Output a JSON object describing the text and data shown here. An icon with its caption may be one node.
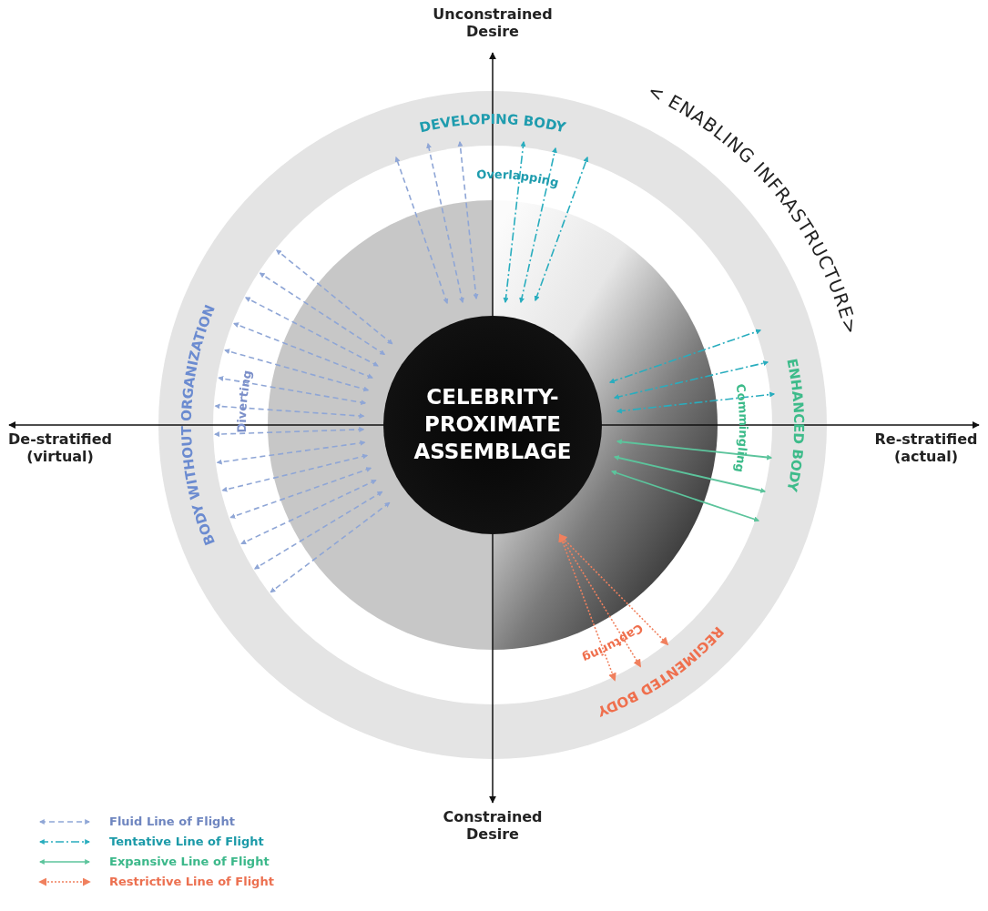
{
  "diagram": {
    "nodes": [
      {
        "text": [
          "CELEBRITY-PROXIMATE ASSEMBLAGE"
        ]
      }
    ],
    "labels": [
      "Unconstrained Desire",
      "< ENABLING INFRASTRUCTURE>",
      "DEVELOPING BODY",
      "Overlapping",
      "BODY WITHOUT ORGANIZATION",
      "Diverting",
      "ENHANCED BODY",
      "Commingling",
      "De-stratified (virtual)",
      "Re-stratified (actual)",
      "Capturing",
      "REGIMENTED BODY",
      "Constrained Desire"
    ],
    "legend": [
      {
        "text": "Fluid Line of Flight"
      },
      {
        "text": "Tentative Line of Flight"
      },
      {
        "text": "Expansive Line of Flight"
      },
      {
        "text": "Restrictive Line of Flight"
      }
    ]
  }
}
